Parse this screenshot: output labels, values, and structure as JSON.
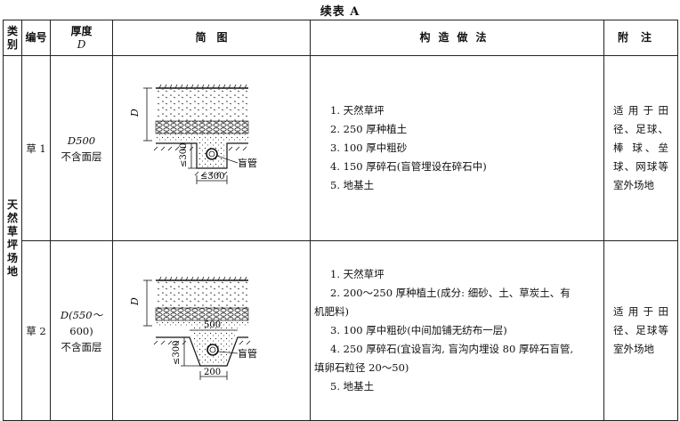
{
  "caption": "续表 A",
  "header": {
    "category": "类别",
    "number": "编号",
    "thickness_line1": "厚度",
    "thickness_line2": "D",
    "diagram": "简　图",
    "method": "构造做法",
    "note": "附注"
  },
  "category": "天然草坪场地",
  "rows": [
    {
      "number": "草 1",
      "thickness_line1": "D500",
      "thickness_line2": "不含面层",
      "diagram": {
        "d_label": "D",
        "left_dim": "≤300",
        "bottom_dim": "≤300",
        "pipe_label": "盲管"
      },
      "method": [
        "1. 天然草坪",
        "2. 250 厚种植土",
        "3. 100 厚中粗砂",
        "4. 150 厚碎石(盲管埋设在碎石中)",
        "5. 地基土"
      ],
      "note": [
        "适用于田",
        "径、足球、",
        "棒 球、垒",
        "球、网球等",
        "室外场地"
      ]
    },
    {
      "number": "草 2",
      "thickness_line1": "D(550～",
      "thickness_line2": "600)",
      "thickness_line3": "不含面层",
      "diagram": {
        "d_label": "D",
        "top_dim": "500",
        "left_dim": "≤300",
        "bottom_dim": "200",
        "pipe_label": "盲管"
      },
      "method": [
        "1. 天然草坪",
        "2. 200～250 厚种植土(成分: 细砂、土、草炭土、有",
        "机肥料)",
        "3. 100 厚中粗砂(中间加铺无纺布一层)",
        "4. 250 厚碎石(宜设盲沟, 盲沟内埋设 80 厚碎石盲管,",
        "填卵石粒径 20～50)",
        "5. 地基土"
      ],
      "note": [
        "适用于田",
        "径、足球等",
        "室外场地"
      ]
    }
  ]
}
